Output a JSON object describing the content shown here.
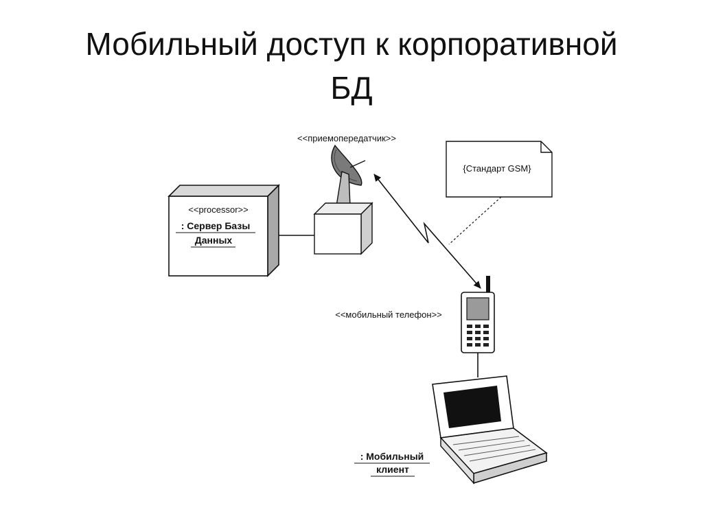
{
  "title": {
    "line1": "Мобильный доступ к корпоративной",
    "line2": "БД"
  },
  "diagram": {
    "transceiver_stereotype": "<<приемопередатчик>>",
    "server": {
      "stereotype": "<<processor>>",
      "name_line1": ": Сервер Базы",
      "name_line2": "Данных"
    },
    "note": {
      "text": "{Стандарт GSM}"
    },
    "phone_stereotype": "<<мобильный телефон>>",
    "client": {
      "name_line1": ": Мобильный",
      "name_line2": "клиент"
    },
    "icons": [
      "satellite-dish-icon",
      "mobile-phone-icon",
      "laptop-icon"
    ]
  }
}
